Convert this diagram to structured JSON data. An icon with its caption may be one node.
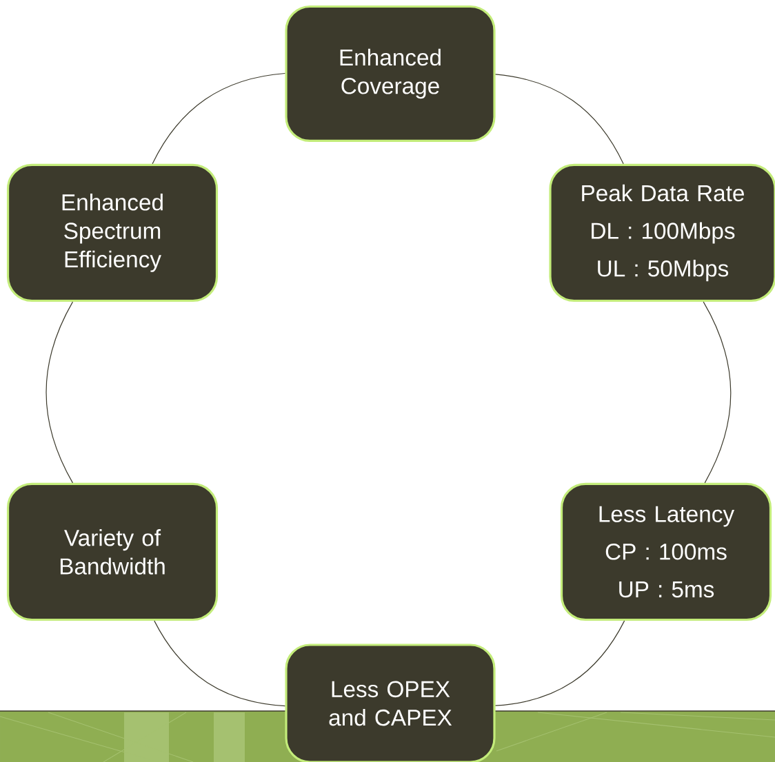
{
  "diagram": {
    "nodes": [
      {
        "text": [
          "Enhanced Coverage"
        ]
      },
      {
        "text": [
          "Enhanced Spectrum Efficiency"
        ]
      },
      {
        "text": [
          "Peak Data Rate",
          "DL : 100Mbps",
          "UL : 50Mbps"
        ]
      },
      {
        "text": [
          "Variety of Bandwidth"
        ]
      },
      {
        "text": [
          "Less Latency",
          "CP : 100ms",
          "UP : 5ms"
        ]
      },
      {
        "text": [
          "Less OPEX and CAPEX"
        ]
      }
    ],
    "edges": [
      {
        "from": 0,
        "to": 2,
        "arrow": "none"
      },
      {
        "from": 2,
        "to": 4,
        "arrow": "none"
      },
      {
        "from": 4,
        "to": 5,
        "arrow": "none"
      },
      {
        "from": 5,
        "to": 3,
        "arrow": "none"
      },
      {
        "from": 3,
        "to": 1,
        "arrow": "none"
      },
      {
        "from": 1,
        "to": 0,
        "arrow": "none"
      }
    ]
  }
}
